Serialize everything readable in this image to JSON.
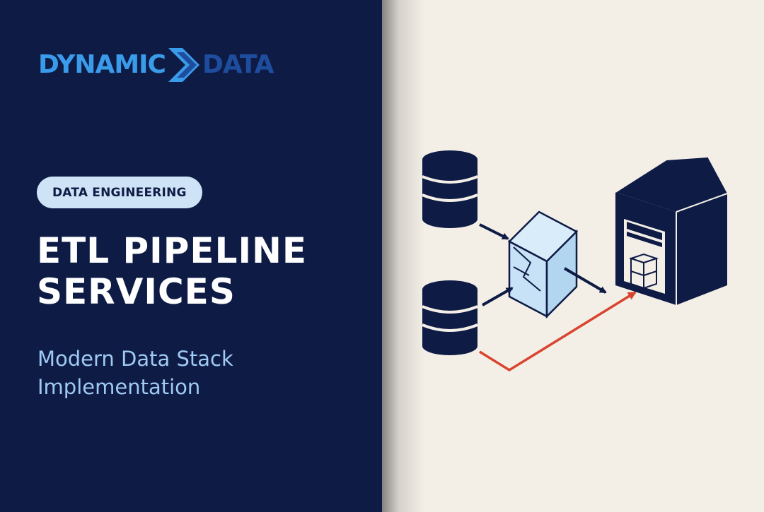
{
  "logo": {
    "word1": "DYNAMIC",
    "word2": "DATA",
    "colors": {
      "primary": "#3a9bea",
      "secondary": "#1f4d9e"
    }
  },
  "badge": {
    "label": "DATA ENGINEERING"
  },
  "headline": {
    "line1": "ETL PIPELINE",
    "line2": "SERVICES"
  },
  "subheadline": {
    "line1": "Modern Data Stack",
    "line2": "Implementation"
  },
  "illustration": {
    "icons": [
      "database-icon",
      "database-icon",
      "transform-cube-icon",
      "warehouse-icon"
    ],
    "colors": {
      "navy": "#0e1b45",
      "cube": "#c7e2f6",
      "accent_arrow": "#d9442f"
    }
  },
  "theme": {
    "panel_bg": "#0e1b45",
    "page_bg": "#f3efe7"
  }
}
